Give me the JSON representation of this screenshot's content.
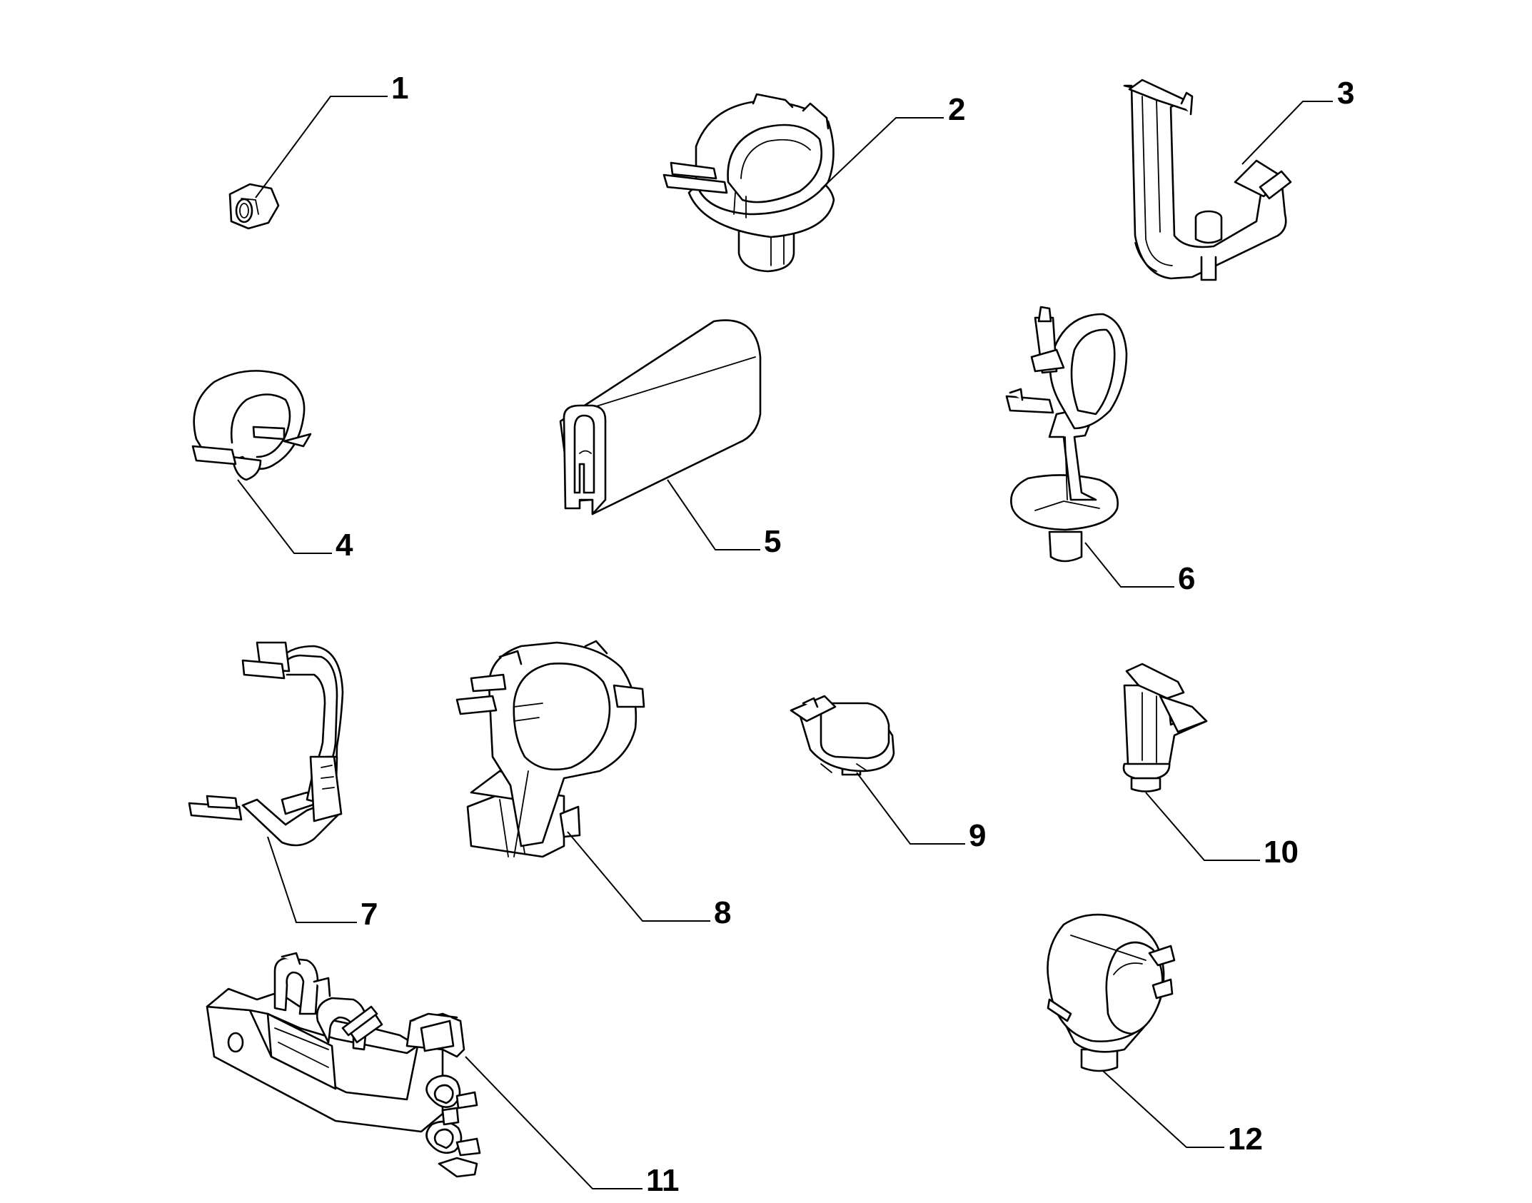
{
  "diagram": {
    "callouts": [
      {
        "id": "part-1",
        "label": "1"
      },
      {
        "id": "part-2",
        "label": "2"
      },
      {
        "id": "part-3",
        "label": "3"
      },
      {
        "id": "part-4",
        "label": "4"
      },
      {
        "id": "part-5",
        "label": "5"
      },
      {
        "id": "part-6",
        "label": "6"
      },
      {
        "id": "part-7",
        "label": "7"
      },
      {
        "id": "part-8",
        "label": "8"
      },
      {
        "id": "part-9",
        "label": "9"
      },
      {
        "id": "part-10",
        "label": "10"
      },
      {
        "id": "part-11",
        "label": "11"
      },
      {
        "id": "part-12",
        "label": "12"
      }
    ],
    "colors": {
      "line": "#000000",
      "background": "#ffffff"
    }
  }
}
